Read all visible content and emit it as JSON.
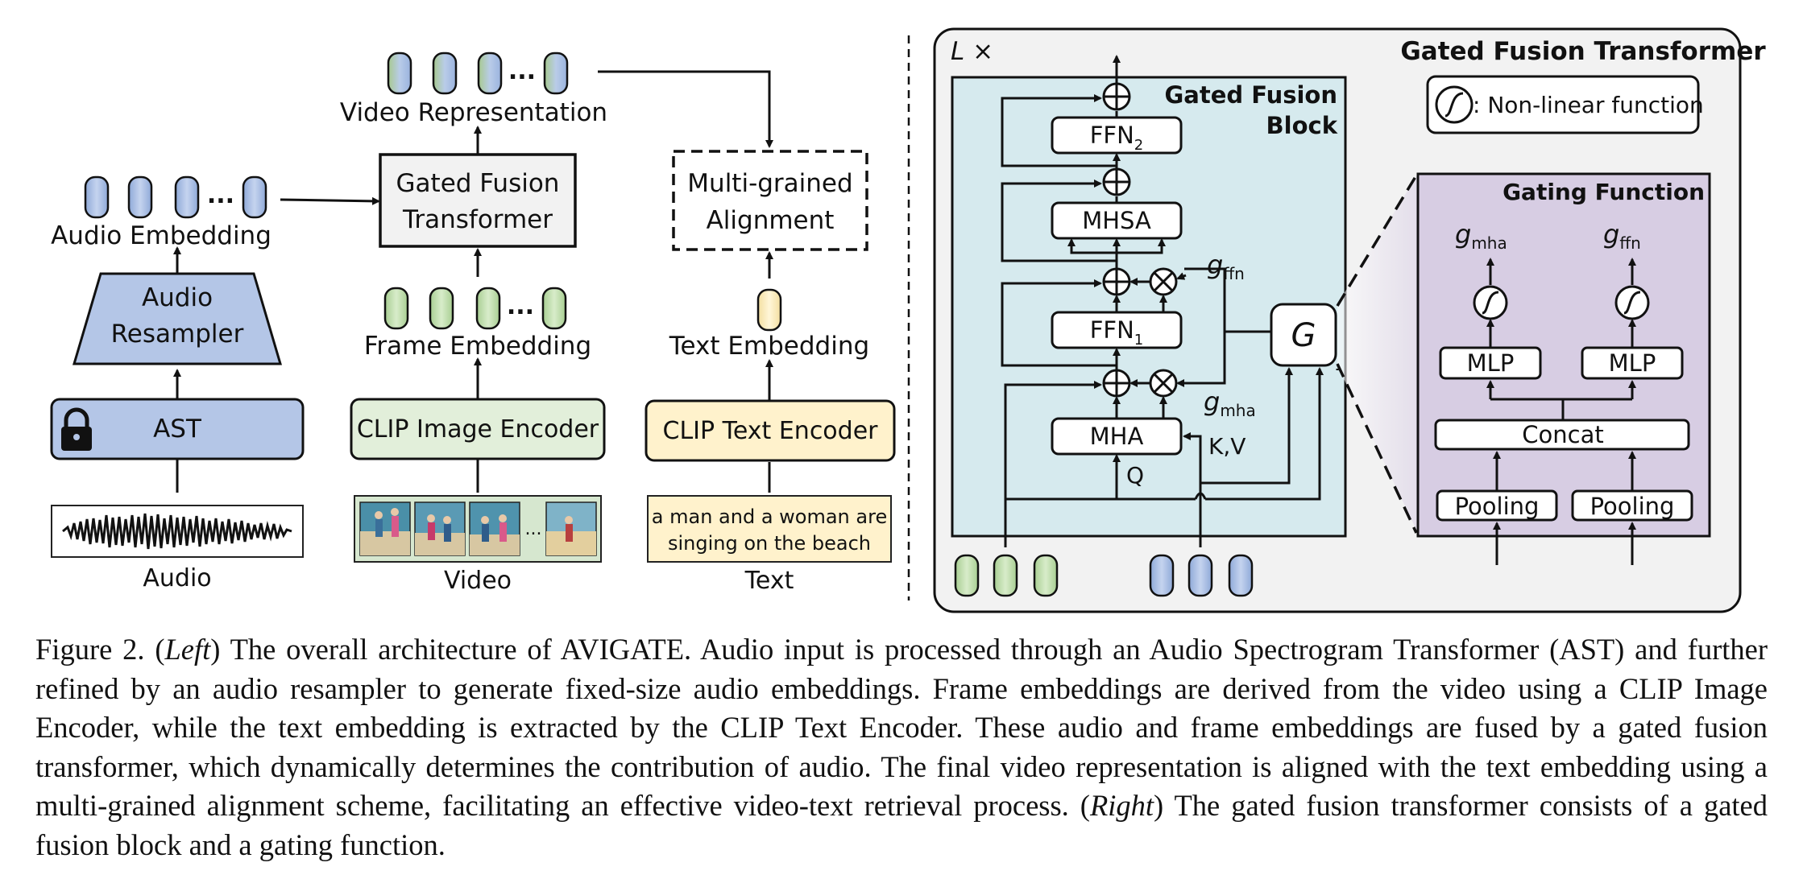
{
  "left": {
    "audio_branch": {
      "input_label": "Audio",
      "encoder_label": "AST",
      "resampler_label": [
        "Audio",
        "Resampler"
      ],
      "embedding_label": "Audio Embedding"
    },
    "video_branch": {
      "input_label": "Video",
      "encoder_label": "CLIP Image Encoder",
      "embedding_label": "Frame Embedding",
      "ellipsis": "...",
      "fusion_label": [
        "Gated Fusion",
        "Transformer"
      ],
      "representation_label": "Video Representation"
    },
    "text_branch": {
      "input_text": [
        "a man and a woman are",
        "singing on the beach"
      ],
      "input_label": "Text",
      "encoder_label": "CLIP Text Encoder",
      "embedding_label": "Text Embedding",
      "alignment_label": [
        "Multi-grained",
        "Alignment"
      ]
    },
    "token_ellipsis": "..."
  },
  "right": {
    "title": "Gated Fusion Transformer",
    "repeat_label": "L ×",
    "legend_text": ": Non-linear function",
    "block_title": [
      "Gated Fusion",
      "Block"
    ],
    "ffn2": {
      "base": "FFN",
      "sub": "2"
    },
    "mhsa": "MHSA",
    "ffn1": {
      "base": "FFN",
      "sub": "1"
    },
    "mha": "MHA",
    "q_label": "Q",
    "kv_label": "K,V",
    "g_ffn": {
      "base": "g",
      "sub": "ffn"
    },
    "g_mha": {
      "base": "g",
      "sub": "mha"
    },
    "gate_node": "G",
    "gating": {
      "title": "Gating Function",
      "mlp": "MLP",
      "concat": "Concat",
      "pooling": "Pooling"
    }
  },
  "caption": {
    "figure": "Figure 2. (",
    "left_tag": "Left",
    "part1": ") The overall architecture of AVIGATE. Audio input is processed through an Audio Spectrogram Transformer (AST) and further refined by an audio resampler to generate fixed-size audio embeddings. Frame embeddings are derived from the video using a CLIP Image Encoder, while the text embedding is extracted by the CLIP Text Encoder. These audio and frame embeddings are fused by a gated fusion transformer, which dynamically determines the contribution of audio. The final video representation is aligned with the text embedding using a multi-grained alignment scheme, facilitating an effective video-text retrieval process. (",
    "right_tag": "Right",
    "part2": ") The gated fusion transformer consists of a gated fusion block and a gating function."
  },
  "colors": {
    "audio": "#b4c6e7",
    "frame": "#c6e0b4",
    "text": "#fff2cc",
    "block_bg": "#d6eaee",
    "gating_bg": "#d7cde3",
    "outer_bg": "#f2f2f2"
  }
}
